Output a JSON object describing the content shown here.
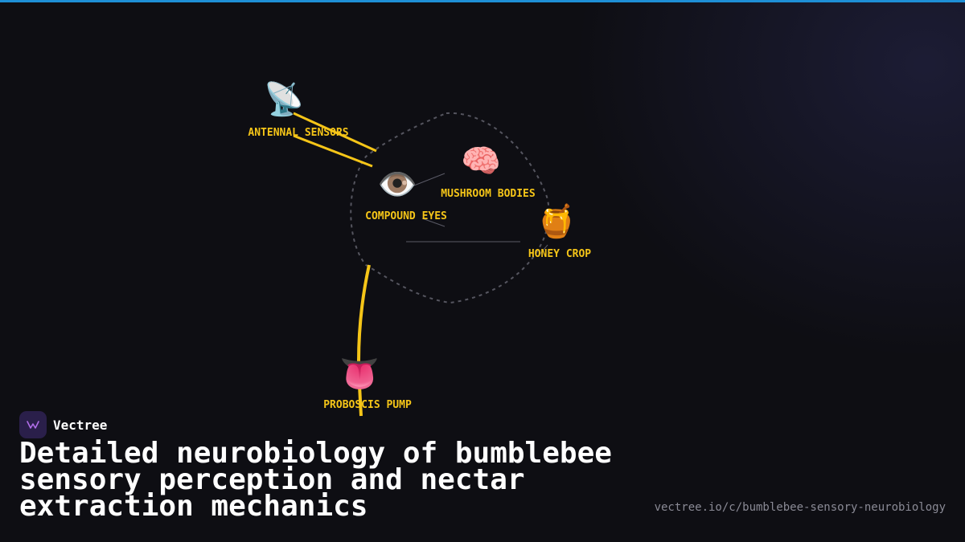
{
  "colors": {
    "background": "#0e0e13",
    "top_bar": "#1e8fd6",
    "accent_line": "#f5c518",
    "label": "#f5c518",
    "outline": "#55555f",
    "connector": "#5a5a66",
    "title": "#ffffff",
    "url": "#8a8a95",
    "logo_bg": "#2a1f4a",
    "logo_mark": "#b06ee8"
  },
  "diagram": {
    "nodes": [
      {
        "id": "antennal",
        "label": "ANTENNAL SENSORS",
        "icon": "satellite-antenna-icon",
        "glyph": "📡"
      },
      {
        "id": "eyes",
        "label": "COMPOUND EYES",
        "icon": "eye-icon",
        "glyph": "👁️"
      },
      {
        "id": "mushroom",
        "label": "MUSHROOM BODIES",
        "icon": "brain-icon",
        "glyph": "🧠"
      },
      {
        "id": "honey",
        "label": "HONEY CROP",
        "icon": "honey-pot-icon",
        "glyph": "🍯"
      },
      {
        "id": "proboscis",
        "label": "PROBOSCIS PUMP",
        "icon": "tongue-icon",
        "glyph": "👅"
      }
    ]
  },
  "brand": {
    "name": "Vectree",
    "icon": "vectree-logo-icon"
  },
  "title": "Detailed neurobiology of bumblebee sensory perception and nectar extraction mechanics",
  "url": "vectree.io/c/bumblebee-sensory-neurobiology"
}
